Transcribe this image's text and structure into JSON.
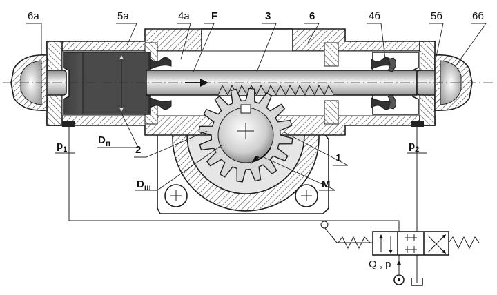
{
  "labels": {
    "seal_6a": "6а",
    "seal_5a": "5а",
    "seal_4a": "4а",
    "force": "F",
    "rack": "3",
    "housing": "6",
    "seal_4b": "4б",
    "seal_5b": "5б",
    "seal_6b": "6б",
    "piston_diameter_main": "D",
    "piston_diameter_sub": "п",
    "pressure_left_main": "p",
    "pressure_left_sub": "1",
    "pressure_right_main": "p",
    "pressure_right_sub": "2",
    "gear": "2",
    "shaft_housing": "1",
    "shaft_diameter_main": "D",
    "shaft_diameter_sub": "ш",
    "torque": "M",
    "flow_pressure": "Q , p"
  }
}
